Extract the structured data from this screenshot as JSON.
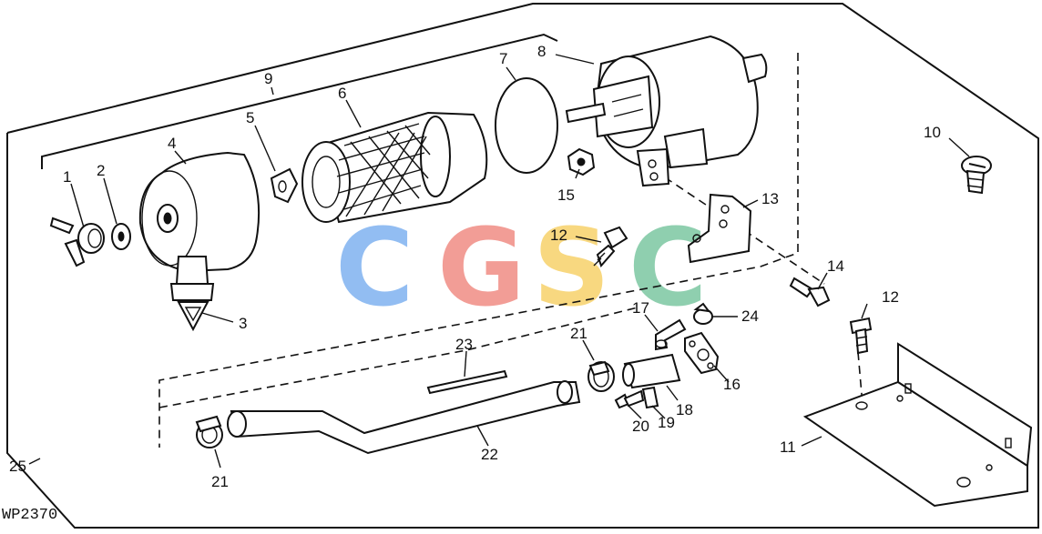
{
  "figure_id": "WP2370",
  "watermark": {
    "letters": [
      {
        "char": "C",
        "color": "#7fb2f0"
      },
      {
        "char": "G",
        "color": "#f08c84"
      },
      {
        "char": "S",
        "color": "#f7d26a"
      },
      {
        "char": "C",
        "color": "#7cc7a2"
      }
    ]
  },
  "callouts": {
    "c1": "1",
    "c2": "2",
    "c3": "3",
    "c4": "4",
    "c5": "5",
    "c6": "6",
    "c7": "7",
    "c8": "8",
    "c9": "9",
    "c10": "10",
    "c11": "11",
    "c12a": "12",
    "c12b": "12",
    "c13": "13",
    "c14": "14",
    "c15": "15",
    "c16": "16",
    "c17": "17",
    "c18": "18",
    "c19": "19",
    "c20": "20",
    "c21a": "21",
    "c21b": "21",
    "c22": "22",
    "c23": "23",
    "c24": "24",
    "c25": "25"
  }
}
